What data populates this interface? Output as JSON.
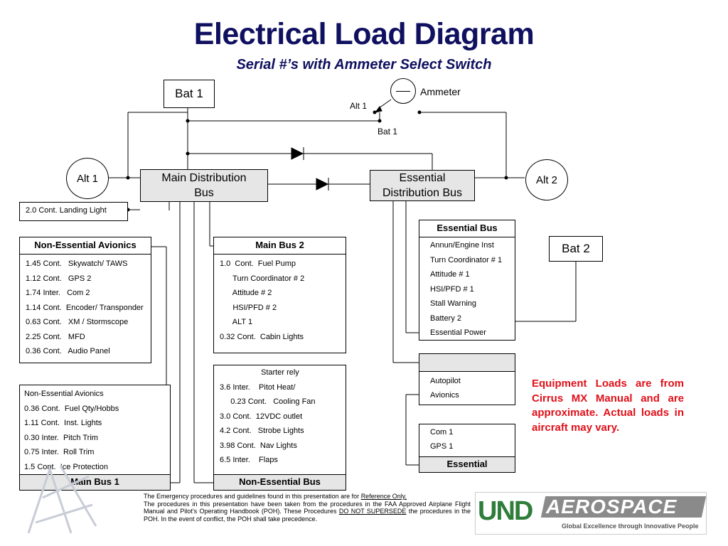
{
  "title": "Electrical Load Diagram",
  "subtitle": "Serial #’s with Ammeter Select Switch",
  "sources": {
    "bat1": "Bat 1",
    "bat2": "Bat 2",
    "alt1": "Alt 1",
    "alt2": "Alt 2",
    "ammeter": "Ammeter",
    "switch_alt1": "Alt 1",
    "switch_bat1": "Bat 1"
  },
  "buses": {
    "main_distribution": "Main Distribution Bus",
    "essential_distribution": "Essential Distribution Bus"
  },
  "landing_light": "2.0 Cont. Landing Light",
  "non_essential_avionics": {
    "title": "Non-Essential Avionics",
    "items": [
      "1.45 Cont.   Skywatch/ TAWS",
      "1.12 Cont.   GPS 2",
      "1.74 Inter.   Com 2",
      "1.14 Cont.  Encoder/ Transponder",
      "0.63 Cont.   XM / Stormscope",
      "2.25 Cont.   MFD",
      "0.36 Cont.   Audio Panel"
    ]
  },
  "main_bus_2": {
    "title": "Main Bus 2",
    "items": [
      "1.0  Cont.  Fuel Pump",
      "      Turn Coordinator # 2",
      "      Attitude # 2",
      "      HSI/PFD # 2",
      "      ALT 1",
      "0.32 Cont.  Cabin Lights"
    ]
  },
  "essential_bus": {
    "title": "Essential Bus",
    "items": [
      "Annun/Engine Inst",
      "Turn Coordinator # 1",
      "Attitude # 1",
      "HSI/PFD # 1",
      "Stall Warning",
      "Battery 2",
      "Essential Power"
    ]
  },
  "main_bus_1": {
    "footer": "Main Bus 1",
    "items": [
      "Non-Essential Avionics",
      "0.36 Cont.  Fuel Qty/Hobbs",
      "1.11 Cont.  Inst. Lights",
      "0.30 Inter.  Pitch Trim",
      "0.75 Inter.  Roll Trim",
      "1.5 Cont.  Ice Protection"
    ]
  },
  "non_essential_bus": {
    "footer": "Non-Essential Bus",
    "items": [
      "Starter rely",
      "3.6 Inter.    Pitot Heat/",
      "     0.23 Cont.   Cooling Fan",
      "3.0 Cont.  12VDC outlet",
      "4.2 Cont.   Strobe Lights",
      "3.98 Cont.  Nav Lights",
      "6.5 Inter.    Flaps"
    ]
  },
  "avionics_box": {
    "items": [
      "Autopilot",
      "Avionics"
    ]
  },
  "essential_box": {
    "footer": "Essential",
    "items": [
      "Com 1",
      "GPS 1"
    ]
  },
  "note": "Equipment Loads are from Cirrus MX Manual and are approximate. Actual loads in aircraft may vary.",
  "disclaimer": {
    "line1_prefix": "The Emergency procedures and guidelines found in this presentation are for ",
    "line1_link": "Reference Only.",
    "line2_prefix": "The procedures in this presentation have been taken from the procedures in the FAA Approved Airplane Flight Manual and Pilot’s Operating Handbook (POH). These Procedures ",
    "line2_emph": "DO NOT SUPERSEDE",
    "line2_suffix": " the procedures in the POH. In the event of conflict, the POH shall take precedence."
  },
  "logo": {
    "und": "UND",
    "aerospace": "AEROSPACE",
    "tagline": "Global Excellence through Innovative People"
  },
  "colors": {
    "title": "#101060",
    "note": "#e0101a",
    "bus_fill": "#e6e6e6",
    "logo_green": "#2e7d3a",
    "logo_gray": "#8a8a8a"
  }
}
